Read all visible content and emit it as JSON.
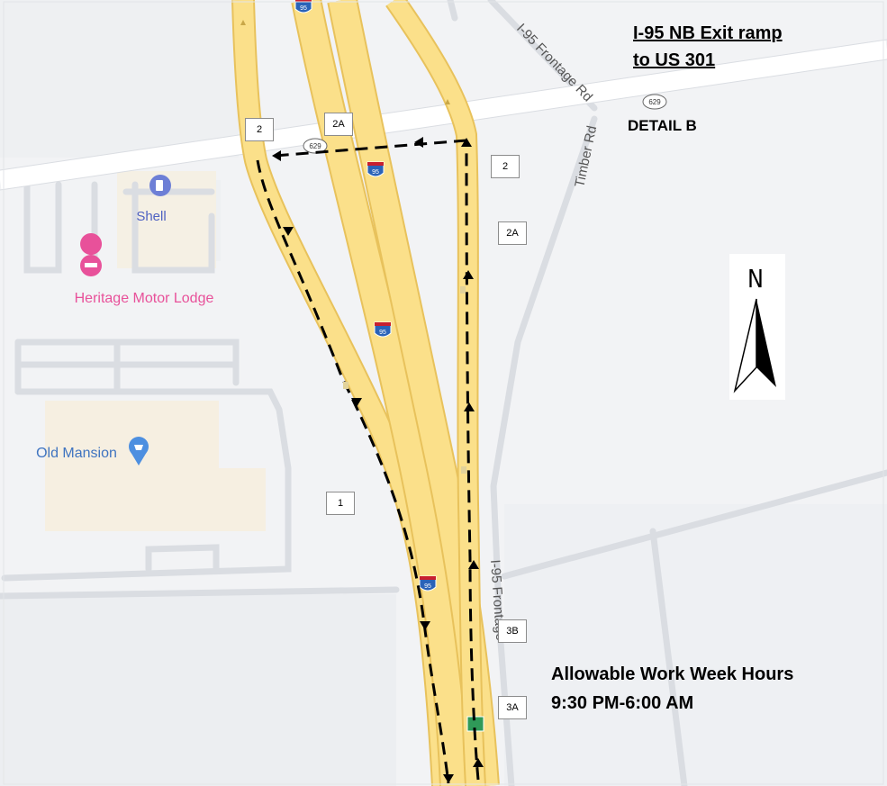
{
  "title": {
    "line1": "I-95 NB Exit  ramp",
    "line2": "to  US 301"
  },
  "detail_label": "DETAIL B",
  "work_hours": {
    "heading": "Allowable Work Week Hours",
    "time": "9:30 PM-6:00 AM"
  },
  "places": {
    "shell": "Shell",
    "motor_lodge": "Heritage Motor Lodge",
    "old_mansion": "Old Mansion"
  },
  "roads": {
    "frontage_top": "I-95 Frontage Rd",
    "timber": "Timber Rd",
    "frontage_bottom": "I-95 Frontage",
    "route_number": "629",
    "interstate": "95"
  },
  "callouts": {
    "c1": "1",
    "c2_left": "2",
    "c2a_top": "2A",
    "c2_right": "2",
    "c2a_right": "2A",
    "c3b": "3B",
    "c3a": "3A"
  },
  "north_label": "N",
  "colors": {
    "highway_fill": "#fbe08a",
    "highway_edge": "#e8c25c",
    "street": "#dadde2",
    "background": "#f2f3f5",
    "poi_pink": "#e8519a",
    "poi_blue": "#4d8fe0"
  }
}
